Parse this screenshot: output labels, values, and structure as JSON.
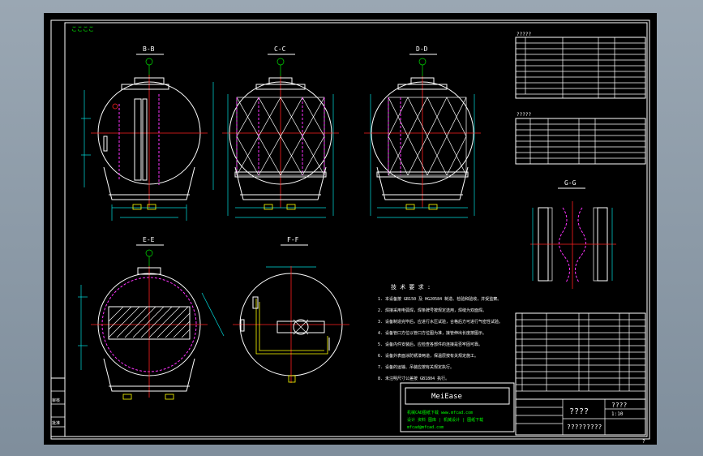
{
  "corner_marks": "ここここ",
  "section_labels": {
    "bb": "B-B",
    "cc": "C-C",
    "dd": "D-D",
    "ee": "E-E",
    "ff": "F-F",
    "gg": "G-G"
  },
  "table_top_title": "?????",
  "table_mid_title": "?????",
  "tech_title": "技 术 要 求 :",
  "tech_lines": [
    "1. 本设备按 GB150 及 HG20584 制造、检验和验收，并受监察。",
    "2. 焊接采用电弧焊，焊条牌号按规定选用，焊缝为双面焊。",
    "3. 设备制造完毕后，应进行水压试验，合格后方可进行气密性试验。",
    "4. 设备管口方位以管口方位图为准，接管伸出长度按图示。",
    "5. 设备内件安装后，应检查各部件的连接是否牢固可靠。",
    "6. 设备外表面涂防锈漆两道，保温层按有关规定施工。",
    "7. 设备的运输、吊装应按有关规定执行。",
    "8. 未注明尺寸公差按 GB1804 执行。"
  ],
  "watermark": {
    "brand": "MeiEase",
    "line1": "机械CAD图纸下载 www.mfcad.com",
    "line2": "设计 资料 图库 | 机械设计 | 图纸下载",
    "line3": "mfcad@mfcad.com"
  },
  "title_block": {
    "name": "????",
    "code": "????",
    "drawing_no": "?????????",
    "scale": "1:10"
  },
  "corner_tag": "?",
  "left_strip_labels": [
    "审核",
    "批准"
  ]
}
